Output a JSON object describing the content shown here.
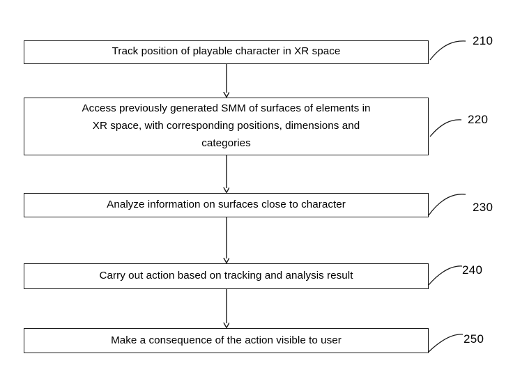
{
  "diagram": {
    "type": "flowchart",
    "orientation": "vertical",
    "background_color": "#ffffff",
    "line_color": "#1a1a1a",
    "steps": [
      {
        "ref": "210",
        "text": "Track position of playable character in XR space"
      },
      {
        "ref": "220",
        "text": "Access previously generated SMM of surfaces of elements in\nXR space, with corresponding positions, dimensions and\ncategories"
      },
      {
        "ref": "230",
        "text": "Analyze information on surfaces close to character"
      },
      {
        "ref": "240",
        "text": "Carry out action based on tracking and analysis result"
      },
      {
        "ref": "250",
        "text": "Make a consequence of the action visible to user"
      }
    ]
  }
}
